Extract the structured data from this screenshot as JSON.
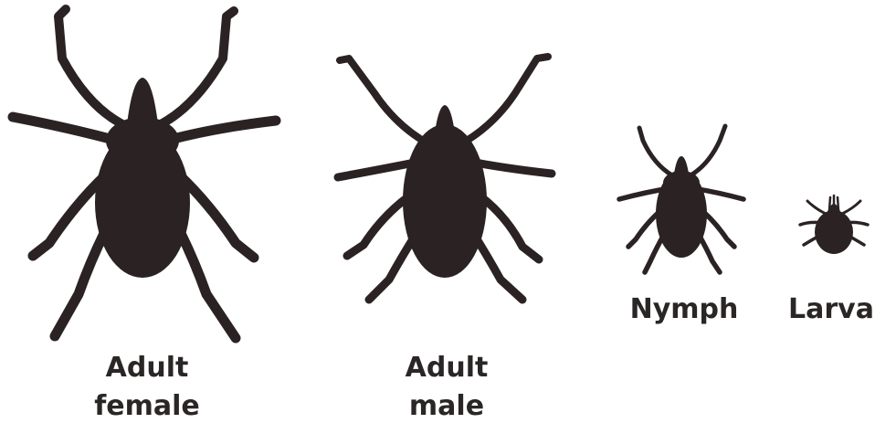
{
  "stages": [
    {
      "id": "adult-female",
      "label_line1": "Adult",
      "label_line2": "female"
    },
    {
      "id": "adult-male",
      "label_line1": "Adult",
      "label_line2": "male"
    },
    {
      "id": "nymph",
      "label_line1": "Nymph"
    },
    {
      "id": "larva",
      "label_line1": "Larva"
    }
  ],
  "colors": {
    "silhouette": "#2b2323",
    "text": "#2b2626",
    "background": "#ffffff"
  },
  "icons": [
    "tick-adult-female-icon",
    "tick-adult-male-icon",
    "tick-nymph-icon",
    "tick-larva-icon"
  ]
}
